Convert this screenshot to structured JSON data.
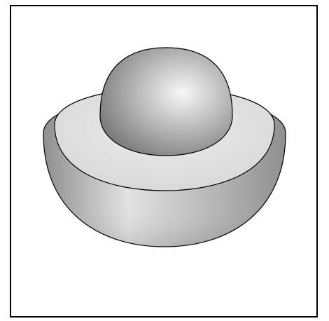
{
  "figure": {
    "colors": {
      "frame": "#000000",
      "background": "#ffffff",
      "outline": "#000000",
      "outer_shell_light": "#e2e2e2",
      "outer_shell_mid": "#bdbdbd",
      "outer_shell_dark": "#8f8f8f",
      "top_disc_light": "#ececec",
      "top_disc_mid": "#d6d6d6",
      "dome_highlight": "#f7f7f7",
      "dome_mid": "#b9b9b9",
      "dome_dark": "#6d6d6d"
    },
    "parts": [
      "outer-shell",
      "top-disc",
      "dome"
    ]
  }
}
